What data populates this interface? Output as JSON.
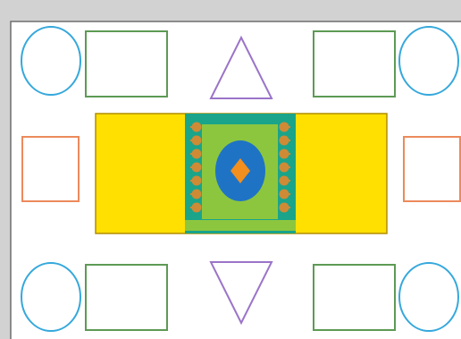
{
  "colors": {
    "frame_background": "#d2d2d2",
    "panel_fill": "#ffffff",
    "panel_border": "#6e6e6e",
    "circle_stroke": "#35a8dc",
    "rect_stroke": "#5d9a55",
    "triangle_stroke": "#9b74c9",
    "side_square_stroke": "#ec8a5c",
    "table_yellow": "#ffe000",
    "table_border": "#b08d00",
    "rug_teal": "#1aa48a",
    "rug_green": "#8cc63f",
    "rug_blue": "#1f73c5",
    "rug_orange": "#f28f1e",
    "rug_tassel": "#cf8a35"
  },
  "diagram": {
    "shapes": [
      {
        "name": "top-left-circle",
        "kind": "circle"
      },
      {
        "name": "top-left-rectangle",
        "kind": "rectangle"
      },
      {
        "name": "top-triangle",
        "kind": "triangle-up"
      },
      {
        "name": "top-right-rectangle",
        "kind": "rectangle"
      },
      {
        "name": "top-right-circle",
        "kind": "circle"
      },
      {
        "name": "left-square",
        "kind": "square"
      },
      {
        "name": "center-table",
        "kind": "table-with-rug"
      },
      {
        "name": "right-square",
        "kind": "square"
      },
      {
        "name": "bottom-left-circle",
        "kind": "circle"
      },
      {
        "name": "bottom-left-rectangle",
        "kind": "rectangle"
      },
      {
        "name": "bottom-triangle",
        "kind": "triangle-down"
      },
      {
        "name": "bottom-right-rectangle",
        "kind": "rectangle"
      },
      {
        "name": "bottom-right-circle",
        "kind": "circle"
      }
    ]
  }
}
